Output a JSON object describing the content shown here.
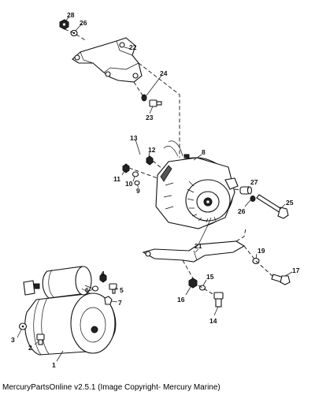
{
  "footer": {
    "text": "MercuryPartsOnline v2.5.1 (Image Copyright- Mercury Marine)"
  },
  "callouts": {
    "c1": "1",
    "c2": "2",
    "c3": "3",
    "c4": "4",
    "c5": "5",
    "c6": "6",
    "c7": "7",
    "c8": "8",
    "c9": "9",
    "c10": "10",
    "c11": "11",
    "c12": "12",
    "c13": "13",
    "c14": "14",
    "c15": "15",
    "c16": "16",
    "c17": "17",
    "c19": "19",
    "c21": "21",
    "c22": "22",
    "c23": "23",
    "c24": "24",
    "c25": "25",
    "c26a": "26",
    "c26b": "26",
    "c27": "27",
    "c28": "28"
  }
}
